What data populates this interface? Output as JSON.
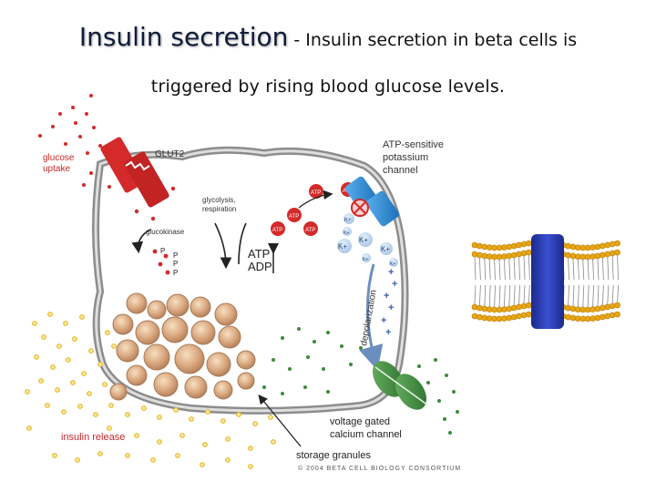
{
  "slide": {
    "title_main": "Insulin secretion",
    "title_sep": " - ",
    "title_rest": "Insulin secretion in beta cells is",
    "title_line2": "triggered by rising blood glucose levels."
  },
  "diagram": {
    "glucose_uptake": [
      "glucose",
      "uptake"
    ],
    "glut2": "GLUT2",
    "glycolysis": [
      "glycolysis,",
      "respiration"
    ],
    "glucokinase": "glucokinase",
    "p_label": "P",
    "atp": "ATP",
    "adp": "ADP",
    "k_channel": [
      "ATP-sensitive",
      "potassium",
      "channel"
    ],
    "k_ion": "K+",
    "plus": "+",
    "depolarization": "depolarization",
    "calcium_channel": [
      "voltage gated",
      "calcium channel"
    ],
    "insulin_release": "insulin release",
    "storage_granules": "storage granules",
    "copyright": "© 2004 BETA CELL BIOLOGY CONSORTIUM"
  },
  "colors": {
    "glucose_red": "#d42a2a",
    "insulin_yellow": "#e8b923",
    "channel_blue": "#2a8ad4",
    "calcium_green": "#3d8a3a",
    "membrane_gray": "#8c8c8c",
    "label_red": "#c8282a"
  }
}
